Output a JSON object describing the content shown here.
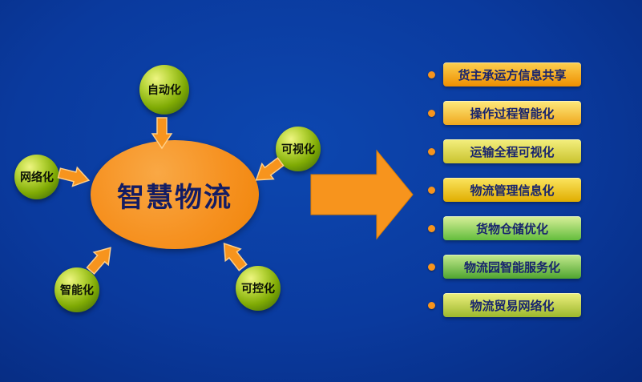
{
  "diagram": {
    "center": {
      "label": "智慧物流"
    },
    "nodes": [
      {
        "id": "automation",
        "label": "自动化"
      },
      {
        "id": "visualization",
        "label": "可视化"
      },
      {
        "id": "networking",
        "label": "网络化"
      },
      {
        "id": "intelligence",
        "label": "智能化"
      },
      {
        "id": "controllability",
        "label": "可控化"
      }
    ]
  },
  "panel": {
    "items": [
      {
        "label": "货主承运方信息共享",
        "color_top": "#fcd050",
        "color_bottom": "#ee8f00"
      },
      {
        "label": "操作过程智能化",
        "color_top": "#fde97c",
        "color_bottom": "#f0a81e"
      },
      {
        "label": "运输全程可视化",
        "color_top": "#f4ef7e",
        "color_bottom": "#c9c32e"
      },
      {
        "label": "物流管理信息化",
        "color_top": "#fbe55f",
        "color_bottom": "#e0ad00"
      },
      {
        "label": "货物仓储优化",
        "color_top": "#d9f09a",
        "color_bottom": "#63bd3c"
      },
      {
        "label": "物流园智能服务化",
        "color_top": "#c4ea8e",
        "color_bottom": "#4fa52f"
      },
      {
        "label": "物流贸易网络化",
        "color_top": "#edf07e",
        "color_bottom": "#9cb72c"
      }
    ]
  },
  "colors": {
    "background": "#0a3a9e",
    "center_ellipse": "#f69120",
    "center_text": "#131c63",
    "arrow": "#f7941d",
    "arrow_edge": "#ffd089",
    "sphere_highlight": "#eef581",
    "sphere_dark": "#3c650b",
    "bullet": "#f7941d",
    "bar_text": "#18246d"
  }
}
